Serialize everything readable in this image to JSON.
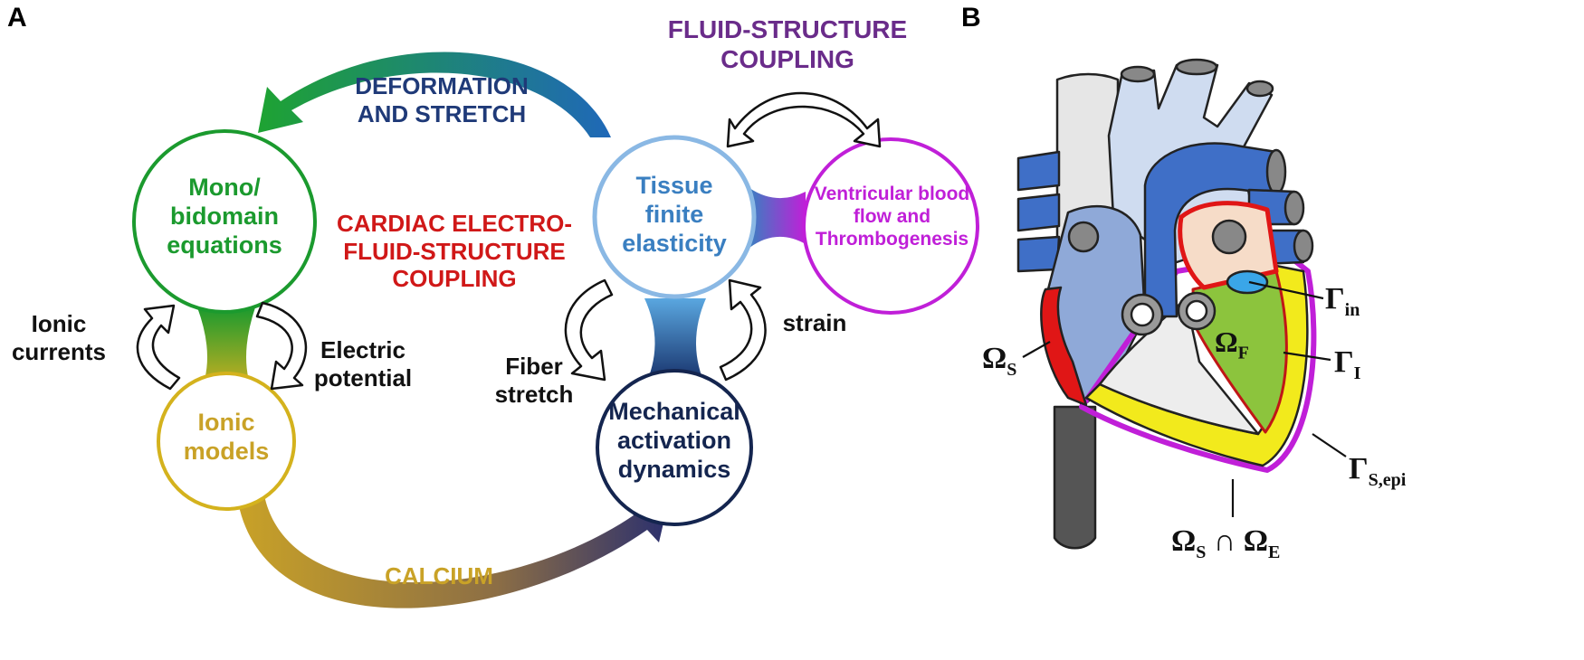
{
  "panel_a": {
    "label": "A",
    "center_title": "CARDIAC ELECTRO-\nFLUID-STRUCTURE\nCOUPLING",
    "fsc_title": "FLUID-STRUCTURE\nCOUPLING",
    "nodes": {
      "monodomain": "Mono/\nbidomain\nequations",
      "ionic_models": "Ionic\nmodels",
      "tissue": "Tissue\nfinite\nelasticity",
      "mechanical": "Mechanical\nactivation\ndynamics",
      "blood_flow": "Ventricular blood\nflow and\nThrombogenesis"
    },
    "arrow_labels": {
      "deformation": "DEFORMATION\nAND STRETCH",
      "calcium": "CALCIUM",
      "ionic_currents": "Ionic\ncurrents",
      "electric_potential": "Electric\npotential",
      "fiber_stretch": "Fiber\nstretch",
      "strain": "strain"
    },
    "colors": {
      "mono": "#1b9a2e",
      "ionic": "#c9a227",
      "tissue": "#3a7fc1",
      "mechanical": "#14254f",
      "blood": "#c01fd8",
      "center_title": "#d01818",
      "fsc_title": "#6a2c8a",
      "deformation": "#1f3a78",
      "calcium": "#c9a227"
    }
  },
  "panel_b": {
    "label": "B",
    "symbols": {
      "omega_s": {
        "main": "Ω",
        "sub": "S"
      },
      "omega_f": {
        "main": "Ω",
        "sub": "F"
      },
      "gamma_in": {
        "main": "Γ",
        "sub": "in"
      },
      "gamma_i": {
        "main": "Γ",
        "sub": "I"
      },
      "gamma_s_epi": {
        "main": "Γ",
        "sub": "S,epi"
      },
      "omega_intersection": {
        "main1": "Ω",
        "sub1": "S",
        "op": "∩",
        "main2": "Ω",
        "sub2": "E"
      }
    },
    "colors": {
      "vessel": "#3f6fc7",
      "ventricle_wall": "#f2ea1c",
      "red_wall": "#e01616",
      "fluid": "#8cc43d",
      "epicardium": "#c01fd8",
      "gray": "#d9d9d9",
      "atrium": "#8fa9d8"
    }
  }
}
